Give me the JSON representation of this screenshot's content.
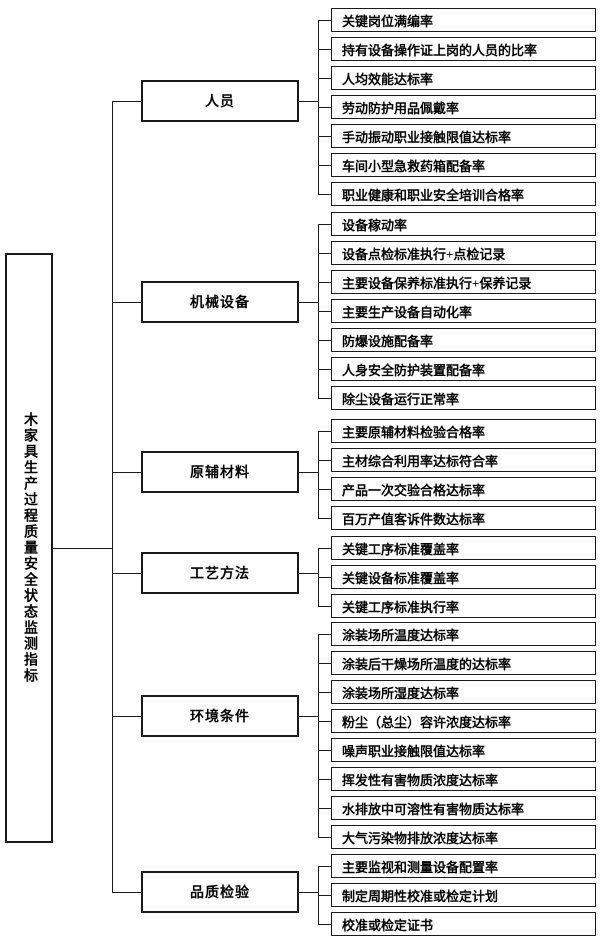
{
  "figure": {
    "root_label": "木家具生产过程质量安全状态监测指标",
    "groups": [
      {
        "label": "人员",
        "children": [
          "关键岗位满编率",
          "持有设备操作证上岗的人员的比率",
          "人均效能达标率",
          "劳动防护用品佩戴率",
          "手动振动职业接触限值达标率",
          "车间小型急救药箱配备率",
          "职业健康和职业安全培训合格率"
        ]
      },
      {
        "label": "机械设备",
        "children": [
          "设备稼动率",
          "设备点检标准执行+点检记录",
          "主要设备保养标准执行+保养记录",
          "主要生产设备自动化率",
          "防爆设施配备率",
          "人身安全防护装置配备率",
          "除尘设备运行正常率"
        ]
      },
      {
        "label": "原辅材料",
        "children": [
          "主要原辅材料检验合格率",
          "主材综合利用率达标符合率",
          "产品一次交验合格达标率",
          "百万产值客诉件数达标率"
        ]
      },
      {
        "label": "工艺方法",
        "children": [
          "关键工序标准覆盖率",
          "关键设备标准覆盖率",
          "关键工序标准执行率"
        ]
      },
      {
        "label": "环境条件",
        "children": [
          "涂装场所温度达标率",
          "涂装后干燥场所温度的达标率",
          "涂装场所湿度达标率",
          "粉尘（总尘）容许浓度达标率",
          "噪声职业接触限值达标率",
          "挥发性有害物质浓度达标率",
          "水排放中可溶性有害物质达标率",
          "大气污染物排放浓度达标率"
        ]
      },
      {
        "label": "品质检验",
        "children": [
          "主要监视和测量设备配置率",
          "制定周期性校准或检定计划",
          "校准或检定证书"
        ]
      }
    ],
    "colors": {
      "line": "#1a1a1a",
      "background": "#ffffff",
      "text": "#000000"
    }
  }
}
